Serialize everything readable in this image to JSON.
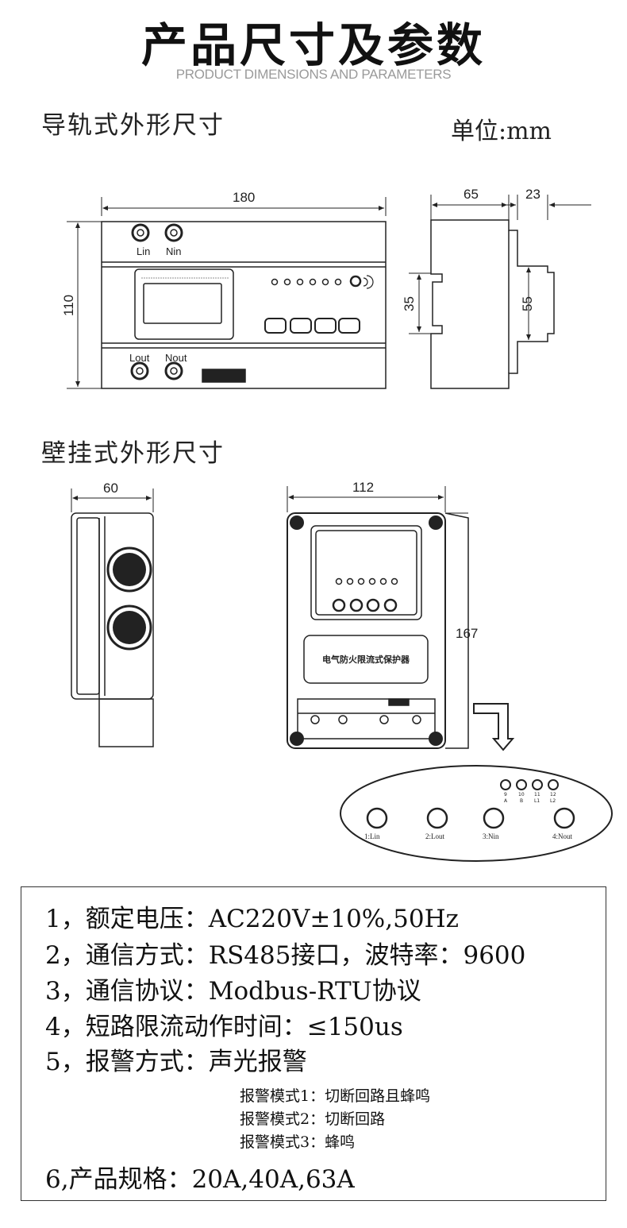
{
  "header": {
    "title": "产品尺寸及参数",
    "subtitle": "PRODUCT DIMENSIONS AND PARAMETERS"
  },
  "rail": {
    "section_title": "导轨式外形尺寸",
    "unit": "单位:mm",
    "dims": {
      "width": "180",
      "height": "110",
      "depth": "65",
      "rail_offset": "23",
      "rail": "35",
      "body": "55"
    },
    "terminals": {
      "lin": "Lin",
      "nin": "Nin",
      "lout": "Lout",
      "nout": "Nout"
    }
  },
  "wall": {
    "section_title": "壁挂式外形尺寸",
    "dims": {
      "depth": "60",
      "width": "112",
      "height": "167"
    },
    "device_label": "电气防火限流式保护器",
    "terminals": {
      "t1": "1:Lin",
      "t2": "2:Lout",
      "t3": "3:Nin",
      "t4": "4:Nout"
    },
    "comm_pins": [
      {
        "num": "9",
        "name": "A"
      },
      {
        "num": "10",
        "name": "B"
      },
      {
        "num": "11",
        "name": "L1"
      },
      {
        "num": "12",
        "name": "L2"
      }
    ]
  },
  "specs": {
    "items": [
      "1，额定电压：AC220V±10%,50Hz",
      "2，通信方式：RS485接口，波特率：9600",
      "3，通信协议：Modbus-RTU协议",
      "4，短路限流动作时间：≤150us",
      "5，报警方式：声光报警"
    ],
    "alarm_modes": [
      "报警模式1：切断回路且蜂鸣",
      "报警模式2：切断回路",
      "报警模式3：蜂鸣"
    ],
    "spec6": "6,产品规格：20A,40A,63A"
  }
}
